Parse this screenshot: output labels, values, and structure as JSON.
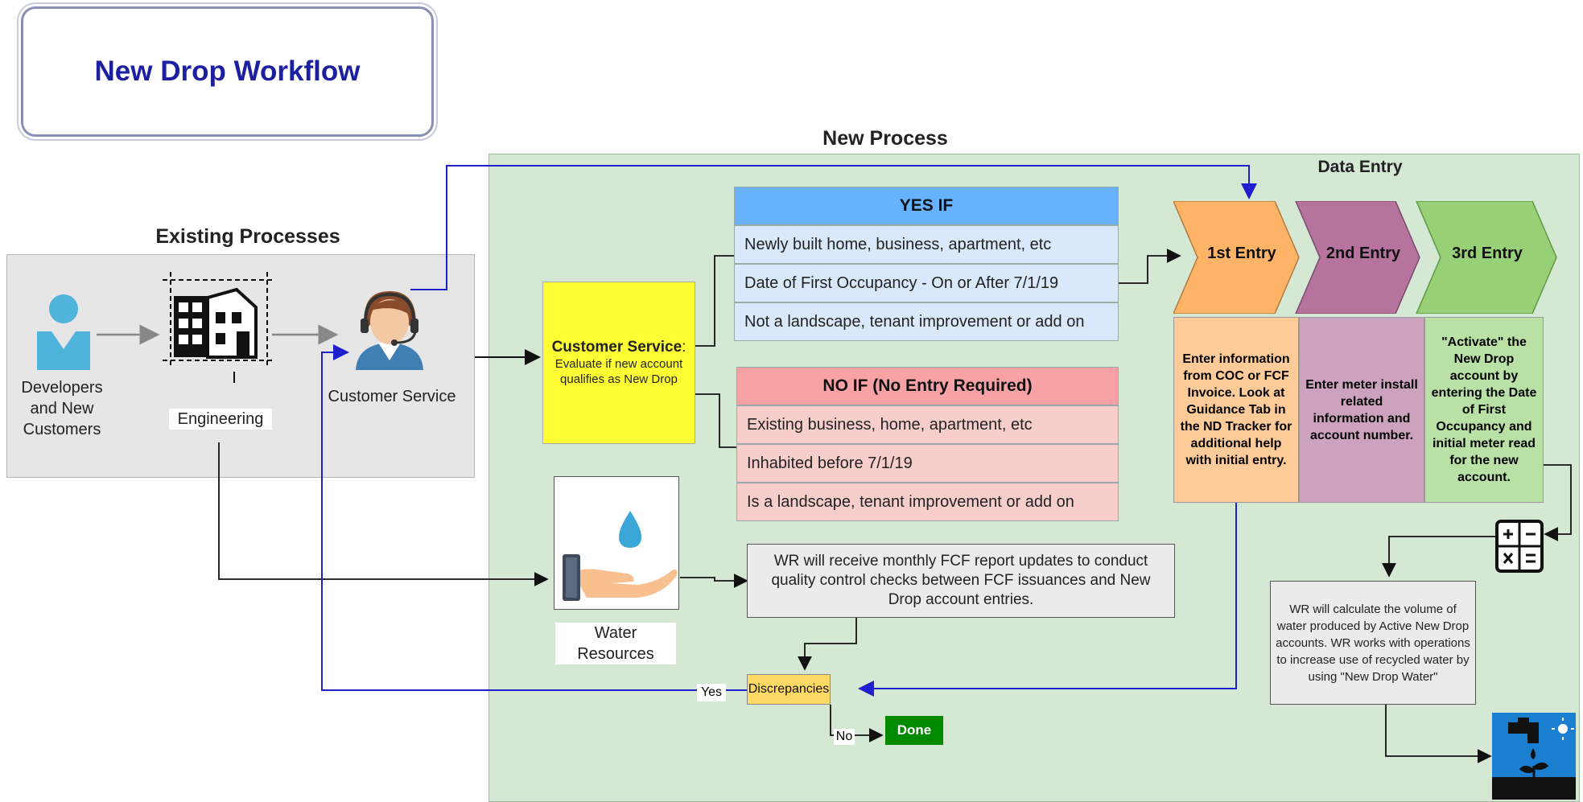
{
  "title": "New Drop Workflow",
  "existing": {
    "heading": "Existing Processes",
    "developers": "Developers and New Customers",
    "engineering": "Engineering",
    "customer_service": "Customer Service"
  },
  "new_process": {
    "heading": "New Process",
    "cs_box_title": "Customer Service",
    "cs_box_colon": ":",
    "cs_box_text": "Evaluate if new account qualifies as New Drop",
    "yes_if": {
      "header": "YES IF",
      "rows": [
        "Newly built home, business, apartment, etc",
        "Date of First Occupancy - On or After 7/1/19",
        "Not a landscape, tenant improvement or add on"
      ]
    },
    "no_if": {
      "header": "NO IF (No Entry Required)",
      "rows": [
        "Existing business, home, apartment, etc",
        "Inhabited before 7/1/19",
        "Is a landscape, tenant improvement or add on"
      ]
    },
    "water_resources": "Water Resources",
    "wr_report": "WR will receive monthly FCF report updates to conduct quality control checks between FCF issuances and New Drop account entries.",
    "discrepancies": "Discrepancies",
    "yes_label": "Yes",
    "no_label": "No",
    "done": "Done"
  },
  "data_entry": {
    "heading": "Data Entry",
    "steps": [
      {
        "label": "1st Entry",
        "desc": "Enter information from COC or FCF Invoice. Look at Guidance Tab in the ND Tracker for additional help with initial entry."
      },
      {
        "label": "2nd Entry",
        "desc": "Enter meter install related information and account number."
      },
      {
        "label": "3rd Entry",
        "desc": "\"Activate\" the New Drop account by entering the Date of First Occupancy and initial meter read for the new account."
      }
    ],
    "wr_calc": "WR will calculate the volume of water produced by Active New Drop accounts. WR works with operations to increase use of recycled water by using \"New Drop Water\""
  },
  "colors": {
    "title_text": "#1c1fa0",
    "arrow_blue": "#1f1fd0",
    "step1": "#ffb366",
    "step2": "#b5739d",
    "step3": "#97d077",
    "done_green": "#008a00",
    "discrepancies_fill": "#ffd966"
  },
  "icons": [
    "person-icon",
    "building-blueprint-icon",
    "headset-agent-icon",
    "water-hand-icon",
    "calculator-icon",
    "faucet-plant-icon"
  ]
}
